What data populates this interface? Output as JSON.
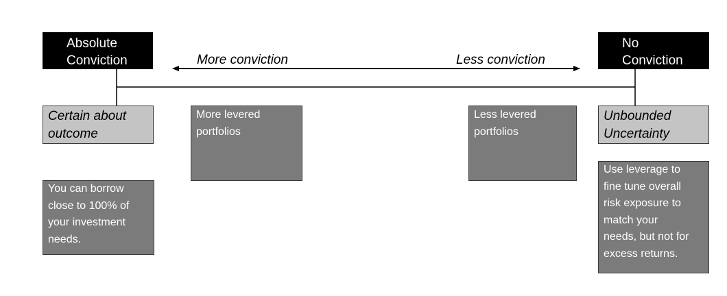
{
  "nodes": {
    "absolute_conviction": {
      "lines": [
        "Absolute",
        "Conviction"
      ]
    },
    "no_conviction": {
      "lines": [
        "No",
        "Conviction"
      ]
    },
    "certain_about_outcome": {
      "lines": [
        "Certain about",
        "outcome"
      ]
    },
    "unbounded_uncertainty": {
      "lines": [
        "Unbounded",
        "Uncertainty"
      ]
    },
    "more_levered": {
      "lines": [
        "More levered",
        "portfolios"
      ]
    },
    "less_levered": {
      "lines": [
        "Less levered",
        "portfolios"
      ]
    },
    "borrow_note": {
      "lines": [
        "You can borrow",
        "close to 100% of",
        "your investment",
        "needs."
      ]
    },
    "leverage_note": {
      "lines": [
        "Use leverage to",
        "fine tune overall",
        "risk exposure to",
        "match your",
        "needs, but not for",
        "excess returns."
      ]
    }
  },
  "arrow": {
    "left_label": "More conviction",
    "right_label": "Less conviction"
  },
  "colors": {
    "black_box": "#000000",
    "light_box": "#c4c4c4",
    "dark_box": "#7b7b7b",
    "line": "#000000"
  }
}
